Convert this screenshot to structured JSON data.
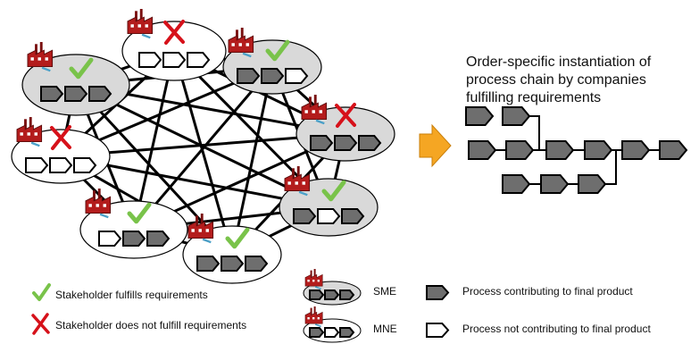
{
  "title_lines": [
    "Order-specific instantiation of",
    "process chain by companies",
    "fulfilling requirements"
  ],
  "legend": {
    "fulfills": "Stakeholder fulfills requirements",
    "not_fulfills": "Stakeholder does not fulfill requirements",
    "sme": "SME",
    "mne": "MNE",
    "contributing": "Process contributing to final product",
    "not_contributing": "Process not contributing to final product"
  },
  "colors": {
    "sme_fill": "#d9d9d9",
    "mne_fill": "#ffffff",
    "process_dark": "#6e6e6e",
    "process_light": "#ffffff",
    "check": "#79c34a",
    "cross": "#d6111a",
    "arrow": "#f5a623",
    "factory": "#b31c1c"
  },
  "network": {
    "nodes": [
      {
        "id": "n1",
        "type": "SME",
        "fulfills": true,
        "steps": [
          1,
          1,
          1
        ]
      },
      {
        "id": "n2",
        "type": "MNE",
        "fulfills": false,
        "steps": [
          0,
          0,
          0
        ]
      },
      {
        "id": "n3",
        "type": "SME",
        "fulfills": true,
        "steps": [
          1,
          1,
          0
        ]
      },
      {
        "id": "n4",
        "type": "SME",
        "fulfills": false,
        "steps": [
          1,
          1,
          1
        ]
      },
      {
        "id": "n5",
        "type": "SME",
        "fulfills": true,
        "steps": [
          1,
          0,
          1
        ]
      },
      {
        "id": "n6",
        "type": "MNE",
        "fulfills": true,
        "steps": [
          1,
          1,
          1
        ]
      },
      {
        "id": "n7",
        "type": "MNE",
        "fulfills": true,
        "steps": [
          0,
          1,
          1
        ]
      },
      {
        "id": "n8",
        "type": "MNE",
        "fulfills": false,
        "steps": [
          0,
          0,
          0
        ]
      }
    ]
  }
}
